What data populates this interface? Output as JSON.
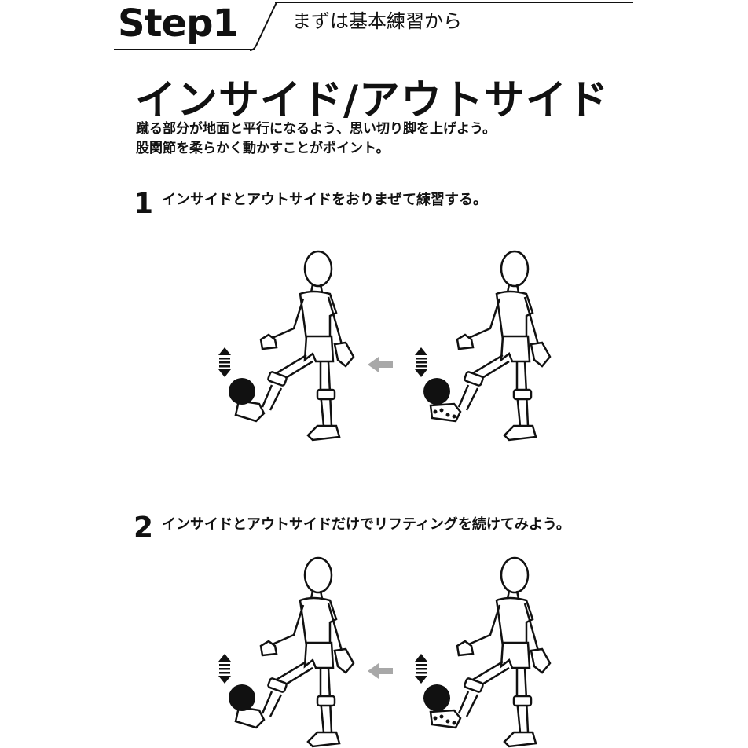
{
  "header": {
    "step": "Step1",
    "subtitle": "まずは基本練習から"
  },
  "title": "インサイド/アウトサイド",
  "description": [
    "蹴る部分が地面と平行になるよう、思い切り脚を上げよう。",
    "股関節を柔らかく動かすことがポイント。"
  ],
  "items": [
    {
      "number": "1",
      "text": "インサイドとアウトサイドをおりまぜて練習する。"
    },
    {
      "number": "2",
      "text": "インサイドとアウトサイドだけでリフティングを続けてみよう。"
    }
  ],
  "icons": {
    "up_down": "up-down-arrow-icon",
    "direction": "left-arrow-icon"
  },
  "colors": {
    "ink": "#111111",
    "arrow_gray": "#a8a8a8"
  }
}
